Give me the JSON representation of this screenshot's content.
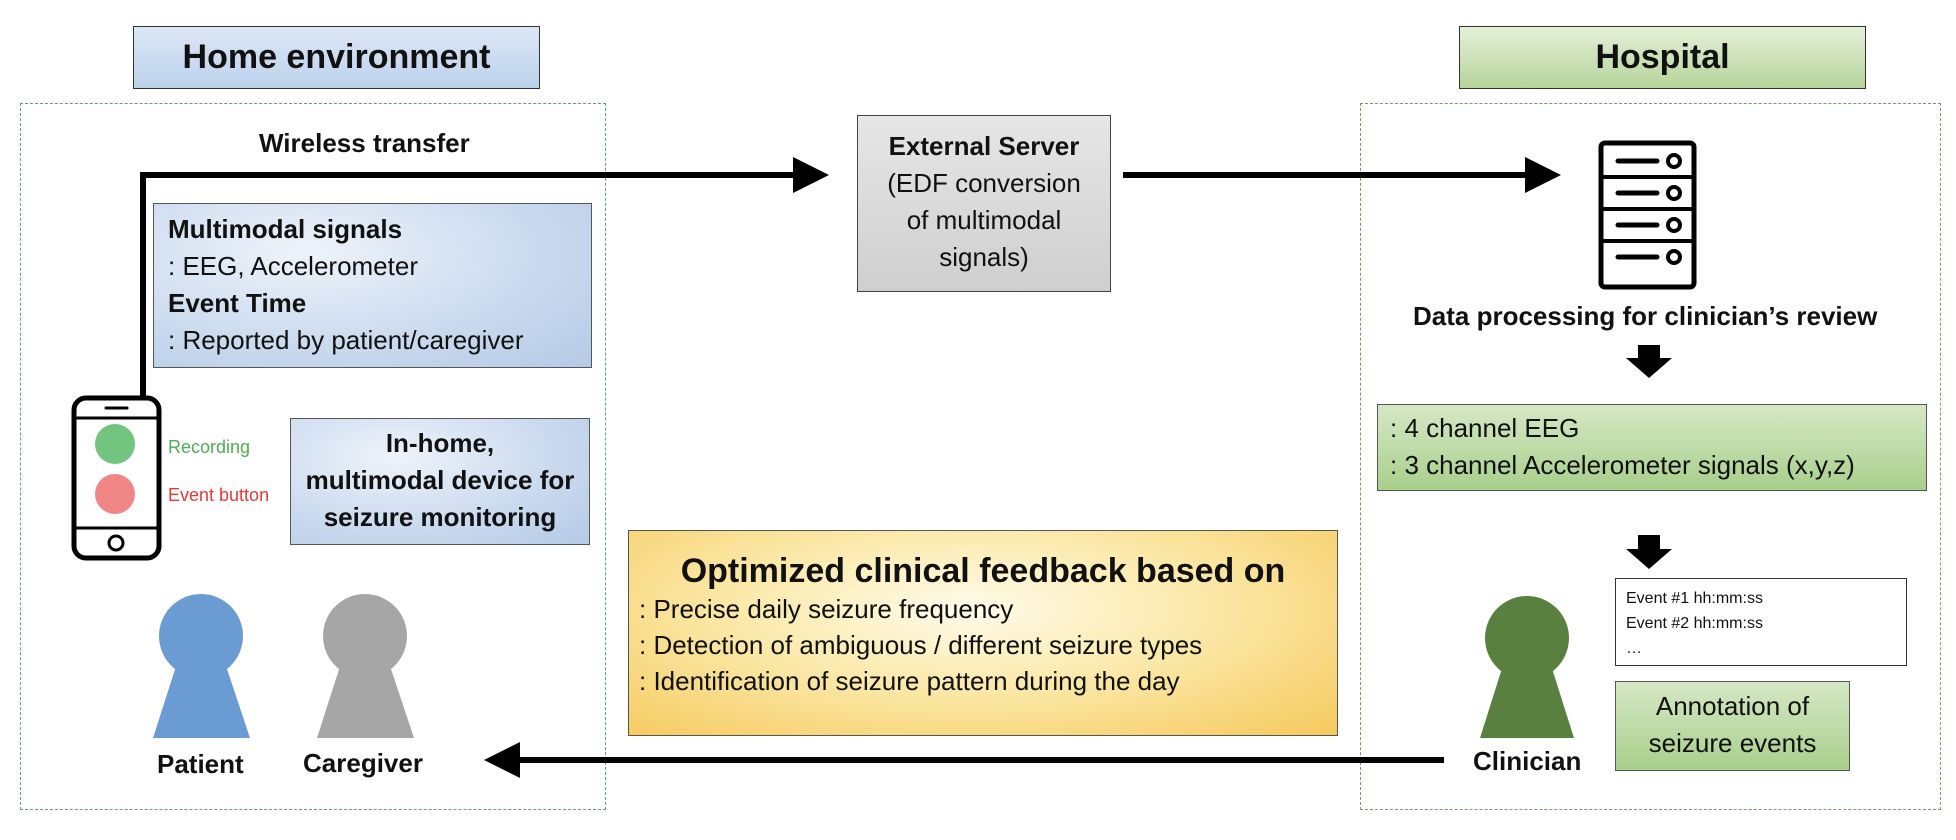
{
  "home": {
    "title": "Home environment",
    "wireless_label": "Wireless transfer",
    "signals": {
      "heading1": "Multimodal signals",
      "line1": ": EEG, Accelerometer",
      "heading2": "Event Time",
      "line2": ": Reported by patient/caregiver"
    },
    "phone": {
      "recording_label": "Recording",
      "event_label": "Event button"
    },
    "device_box": {
      "lines": [
        "In-home,",
        "multimodal device for",
        "seizure monitoring"
      ]
    },
    "people": {
      "patient": "Patient",
      "caregiver": "Caregiver"
    }
  },
  "server": {
    "lines": [
      "External Server",
      "(EDF conversion",
      "of multimodal",
      "signals)"
    ]
  },
  "hospital": {
    "title": "Hospital",
    "processing_label": "Data processing for clinician’s review",
    "channels": [
      ": 4 channel EEG",
      ": 3 channel Accelerometer signals (x,y,z)"
    ],
    "events": [
      "Event #1 hh:mm:ss",
      "Event #2 hh:mm:ss",
      "…"
    ],
    "annotation_lines": [
      "Annotation of",
      "seizure events"
    ],
    "clinician_label": "Clinician"
  },
  "feedback": {
    "title": "Optimized clinical feedback based on",
    "items": [
      ": Precise daily seizure frequency",
      ": Detection of ambiguous / different seizure types",
      ": Identification of seizure pattern during the day"
    ]
  },
  "colors": {
    "home_border": "#5b8fd0",
    "hospital_border": "#7a9a5a",
    "recording": "#73c47f",
    "event_button": "#f08585",
    "recording_text": "#4caf50",
    "event_text": "#e53935",
    "patient": "#6b9bd3",
    "caregiver": "#a6a6a6",
    "clinician": "#5a8040"
  }
}
